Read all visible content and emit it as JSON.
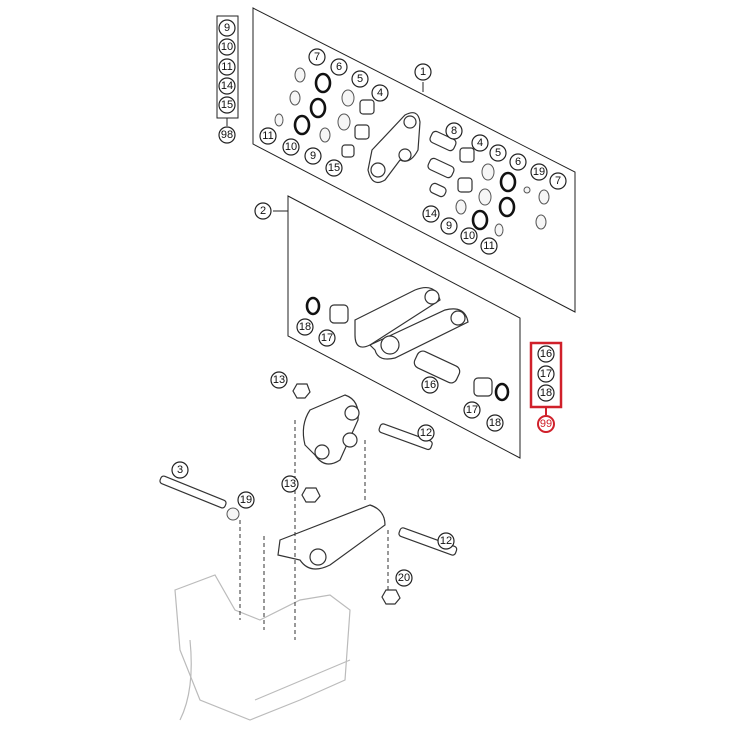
{
  "title": "Pro Lever Linkage exploded parts diagram",
  "kit_1": {
    "label": "1",
    "parts": [
      "7",
      "6",
      "5",
      "4",
      "11",
      "10",
      "9",
      "15",
      "8",
      "4",
      "5",
      "6",
      "19",
      "7",
      "14",
      "9",
      "10",
      "11"
    ]
  },
  "kit_2": {
    "label": "2",
    "parts": [
      "18",
      "17",
      "16",
      "17",
      "18"
    ]
  },
  "left_legend": {
    "items": [
      "9",
      "10",
      "11",
      "14",
      "15"
    ],
    "kit": "98"
  },
  "highlight_legend": {
    "items": [
      "16",
      "17",
      "18"
    ],
    "kit": "99",
    "color": "#d0202a"
  },
  "assembly": {
    "parts": [
      "13",
      "12",
      "3",
      "19",
      "13",
      "12",
      "20"
    ]
  }
}
